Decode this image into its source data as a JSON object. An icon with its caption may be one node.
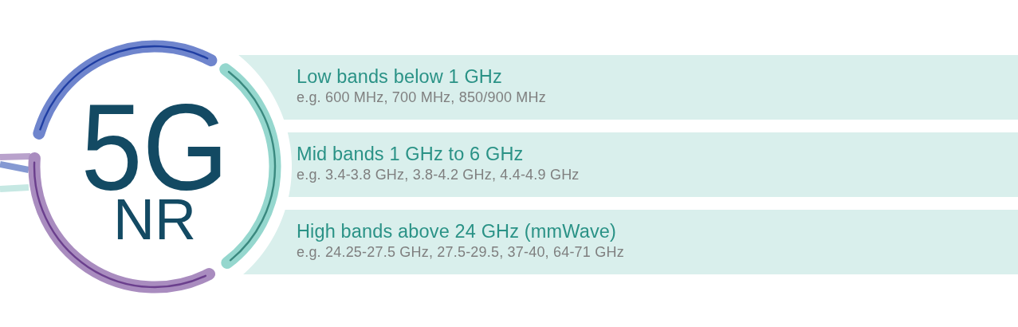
{
  "diagram": {
    "nodes": [
      {
        "text": [
          "5G",
          "NR"
        ]
      },
      {
        "text": [
          "Low bands below 1 GHz",
          "e.g. 600 MHz, 700 MHz, 850/900 MHz"
        ]
      },
      {
        "text": [
          "Mid bands 1 GHz to 6 GHz",
          "e.g. 3.4-3.8 GHz, 3.8-4.2 GHz, 4.4-4.9 GHz"
        ]
      },
      {
        "text": [
          "High bands above 24 GHz (mmWave)",
          "e.g. 24.25-27.5 GHz, 27.5-29.5, 37-40, 64-71 GHz"
        ]
      }
    ]
  }
}
